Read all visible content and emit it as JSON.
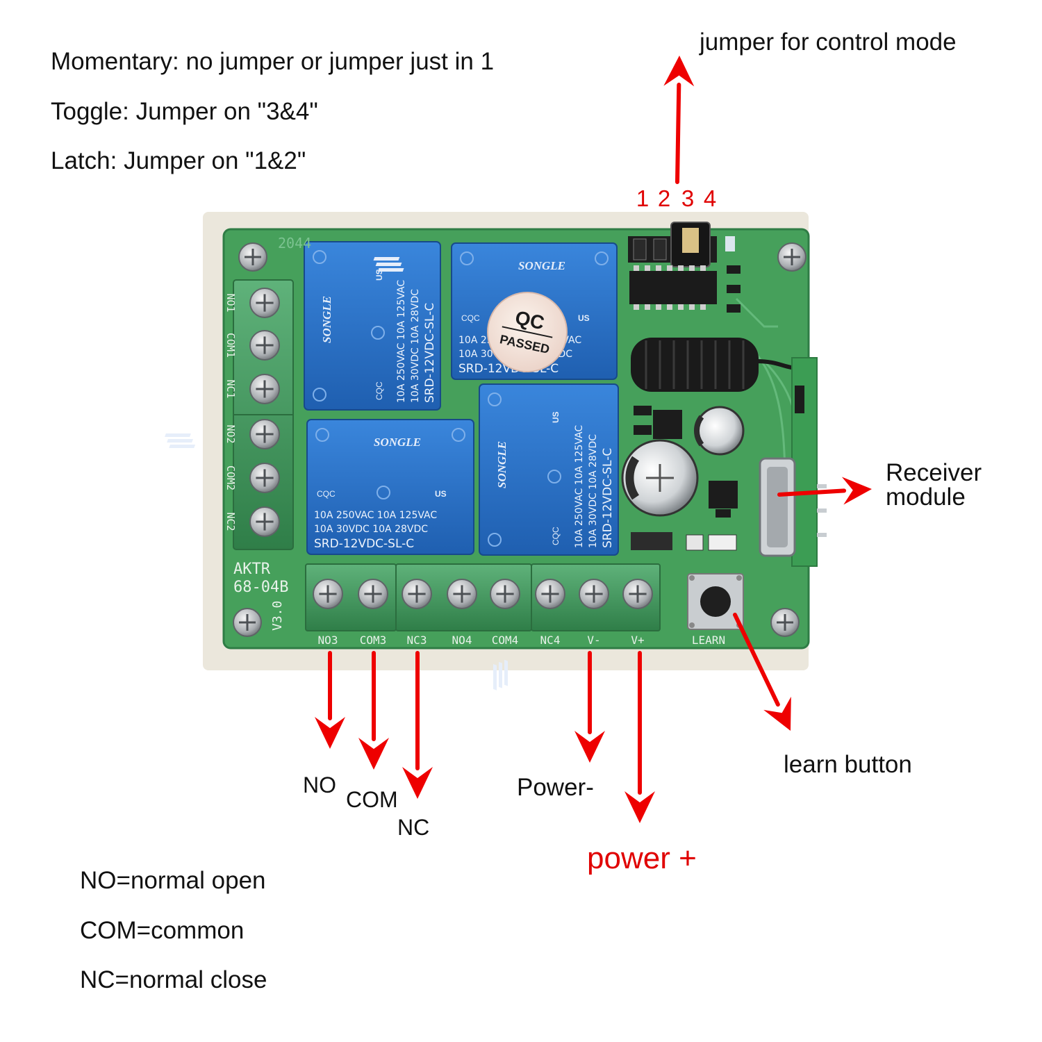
{
  "notes_top": {
    "momentary": "Momentary: no jumper or jumper just in 1",
    "toggle": "Toggle: Jumper on \"3&4\"",
    "latch": "Latch: Jumper on \"1&2\""
  },
  "jumper": {
    "title": "jumper for control mode",
    "pins": [
      "1",
      "2",
      "3",
      "4"
    ]
  },
  "receiver": {
    "line1": "Receiver",
    "line2": "module"
  },
  "learn": {
    "callout": "learn button",
    "silk": "LEARN"
  },
  "terminals_bottom": [
    "NO3",
    "COM3",
    "NC3",
    "NO4",
    "COM4",
    "NC4",
    "V-",
    "V+"
  ],
  "terminals_left": [
    "NO1",
    "COM1",
    "NC1",
    "NO2",
    "COM2",
    "NC2"
  ],
  "callouts": {
    "no": "NO",
    "com": "COM",
    "nc": "NC",
    "power_minus": "Power-",
    "power_plus": "power +"
  },
  "legend": {
    "no": "NO=normal open",
    "com": "COM=common",
    "nc": "NC=normal close"
  },
  "board": {
    "model1": "AKTR",
    "model2": "68-04B",
    "version": "V3.0",
    "top_silk": "2044"
  },
  "relay": {
    "brand": "SONGLE",
    "line1a": "10A 250VAC",
    "line1b": "10A 125VAC",
    "line2a": "10A 30VDC",
    "line2b": "10A 28VDC",
    "model": "SRD-12VDC-SL-C",
    "cqc": "CQC",
    "ul": "US"
  },
  "sticker": {
    "line1": "QC",
    "line2": "PASSED"
  },
  "colors": {
    "arrow": "#ee0000",
    "board": "#3f9a55",
    "relay": "#2a72c8",
    "terminal": "#3c9457",
    "accent_text": "#e00000"
  }
}
